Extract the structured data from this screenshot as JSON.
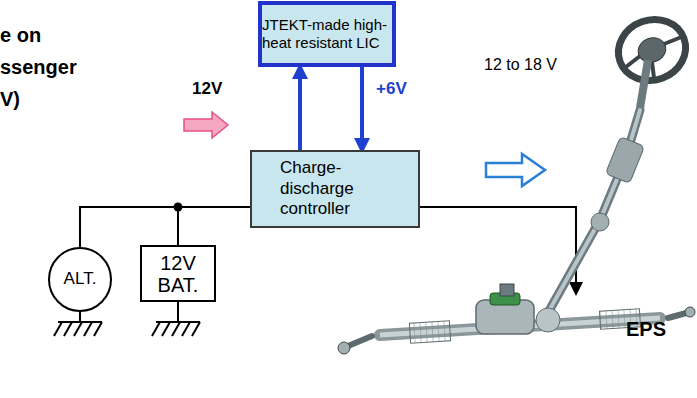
{
  "diagram": {
    "nodes": [
      {
        "text": [
          "JTEKT-made high-heat resistant LIC"
        ]
      },
      {
        "text": [
          "Charge- discharge controller"
        ]
      },
      {
        "text": [
          "ALT."
        ]
      },
      {
        "text": [
          "12V BAT."
        ]
      }
    ],
    "edges": [
      {
        "from": 1,
        "to": 0,
        "arrow": "to"
      },
      {
        "from": 0,
        "to": 1,
        "label": "+6V",
        "arrow": "to"
      },
      {
        "from": 2,
        "to": 1,
        "arrow": "none"
      },
      {
        "from": 3,
        "to": 1,
        "arrow": "none"
      }
    ],
    "labels": [
      "e on",
      "ssenger",
      "V)",
      "12V",
      "12 to 18 V",
      "EPS"
    ]
  }
}
